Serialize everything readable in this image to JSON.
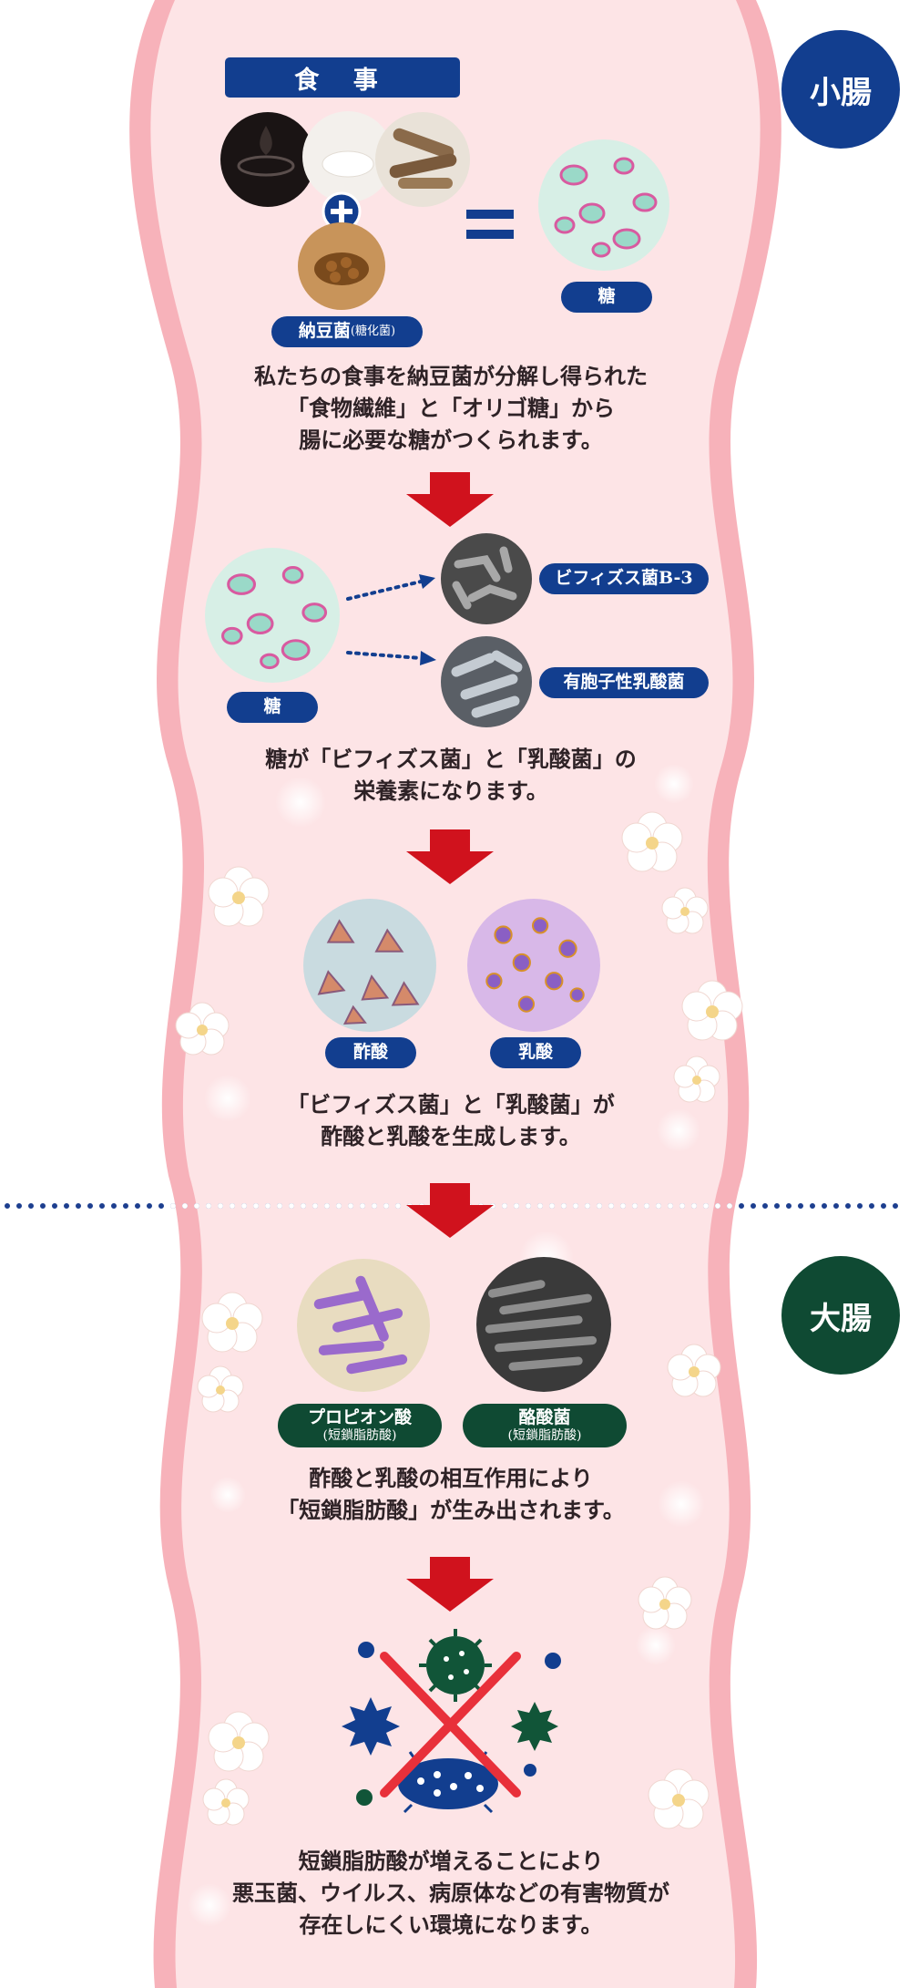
{
  "badges": {
    "small_intestine": "小腸",
    "large_intestine": "大腸"
  },
  "colors": {
    "blue": "#123e8f",
    "green": "#0f4a33",
    "red": "#d0121d",
    "pink": "#f7b0b8"
  },
  "meal": {
    "title": "食 事",
    "plus": "+",
    "equals": "="
  },
  "labels": {
    "natto": "納豆菌",
    "natto_sub": "(糖化菌)",
    "sugar": "糖",
    "bifidus": "ビフィズス菌B-3",
    "lactic_spore": "有胞子性乳酸菌",
    "acetic": "酢酸",
    "lactic": "乳酸",
    "propionic": "プロピオン酸",
    "propionic_sub": "(短鎖脂肪酸)",
    "butyric": "酪酸菌",
    "butyric_sub": "(短鎖脂肪酸)"
  },
  "captions": {
    "c1": [
      "私たちの食事を納豆菌が分解し得られた",
      "「食物繊維」と「オリゴ糖」から",
      "腸に必要な糖がつくられます。"
    ],
    "c2": [
      "糖が「ビフィズス菌」と「乳酸菌」の",
      "栄養素になります。"
    ],
    "c3": [
      "「ビフィズス菌」と「乳酸菌」が",
      "酢酸と乳酸を生成します。"
    ],
    "c4": [
      "酢酸と乳酸の相互作用により",
      "「短鎖脂肪酸」が生み出されます。"
    ],
    "c5": [
      "短鎖脂肪酸が増えることにより",
      "悪玉菌、ウイルス、病原体などの有害物質が",
      "存在しにくい環境になります。"
    ]
  },
  "icons": [
    "sauce-drop-icon",
    "flour-icon",
    "burdock-root-icon",
    "natto-icon",
    "sugar-micrograph-icon",
    "bifidus-micrograph-icon",
    "lactic-spore-micrograph-icon",
    "acetic-acid-micrograph-icon",
    "lactic-acid-micrograph-icon",
    "propionic-micrograph-icon",
    "butyric-micrograph-icon",
    "down-arrow-icon",
    "dotted-arrow-icon",
    "germ-icon",
    "virus-icon",
    "cross-mark-icon",
    "flower-icon"
  ]
}
